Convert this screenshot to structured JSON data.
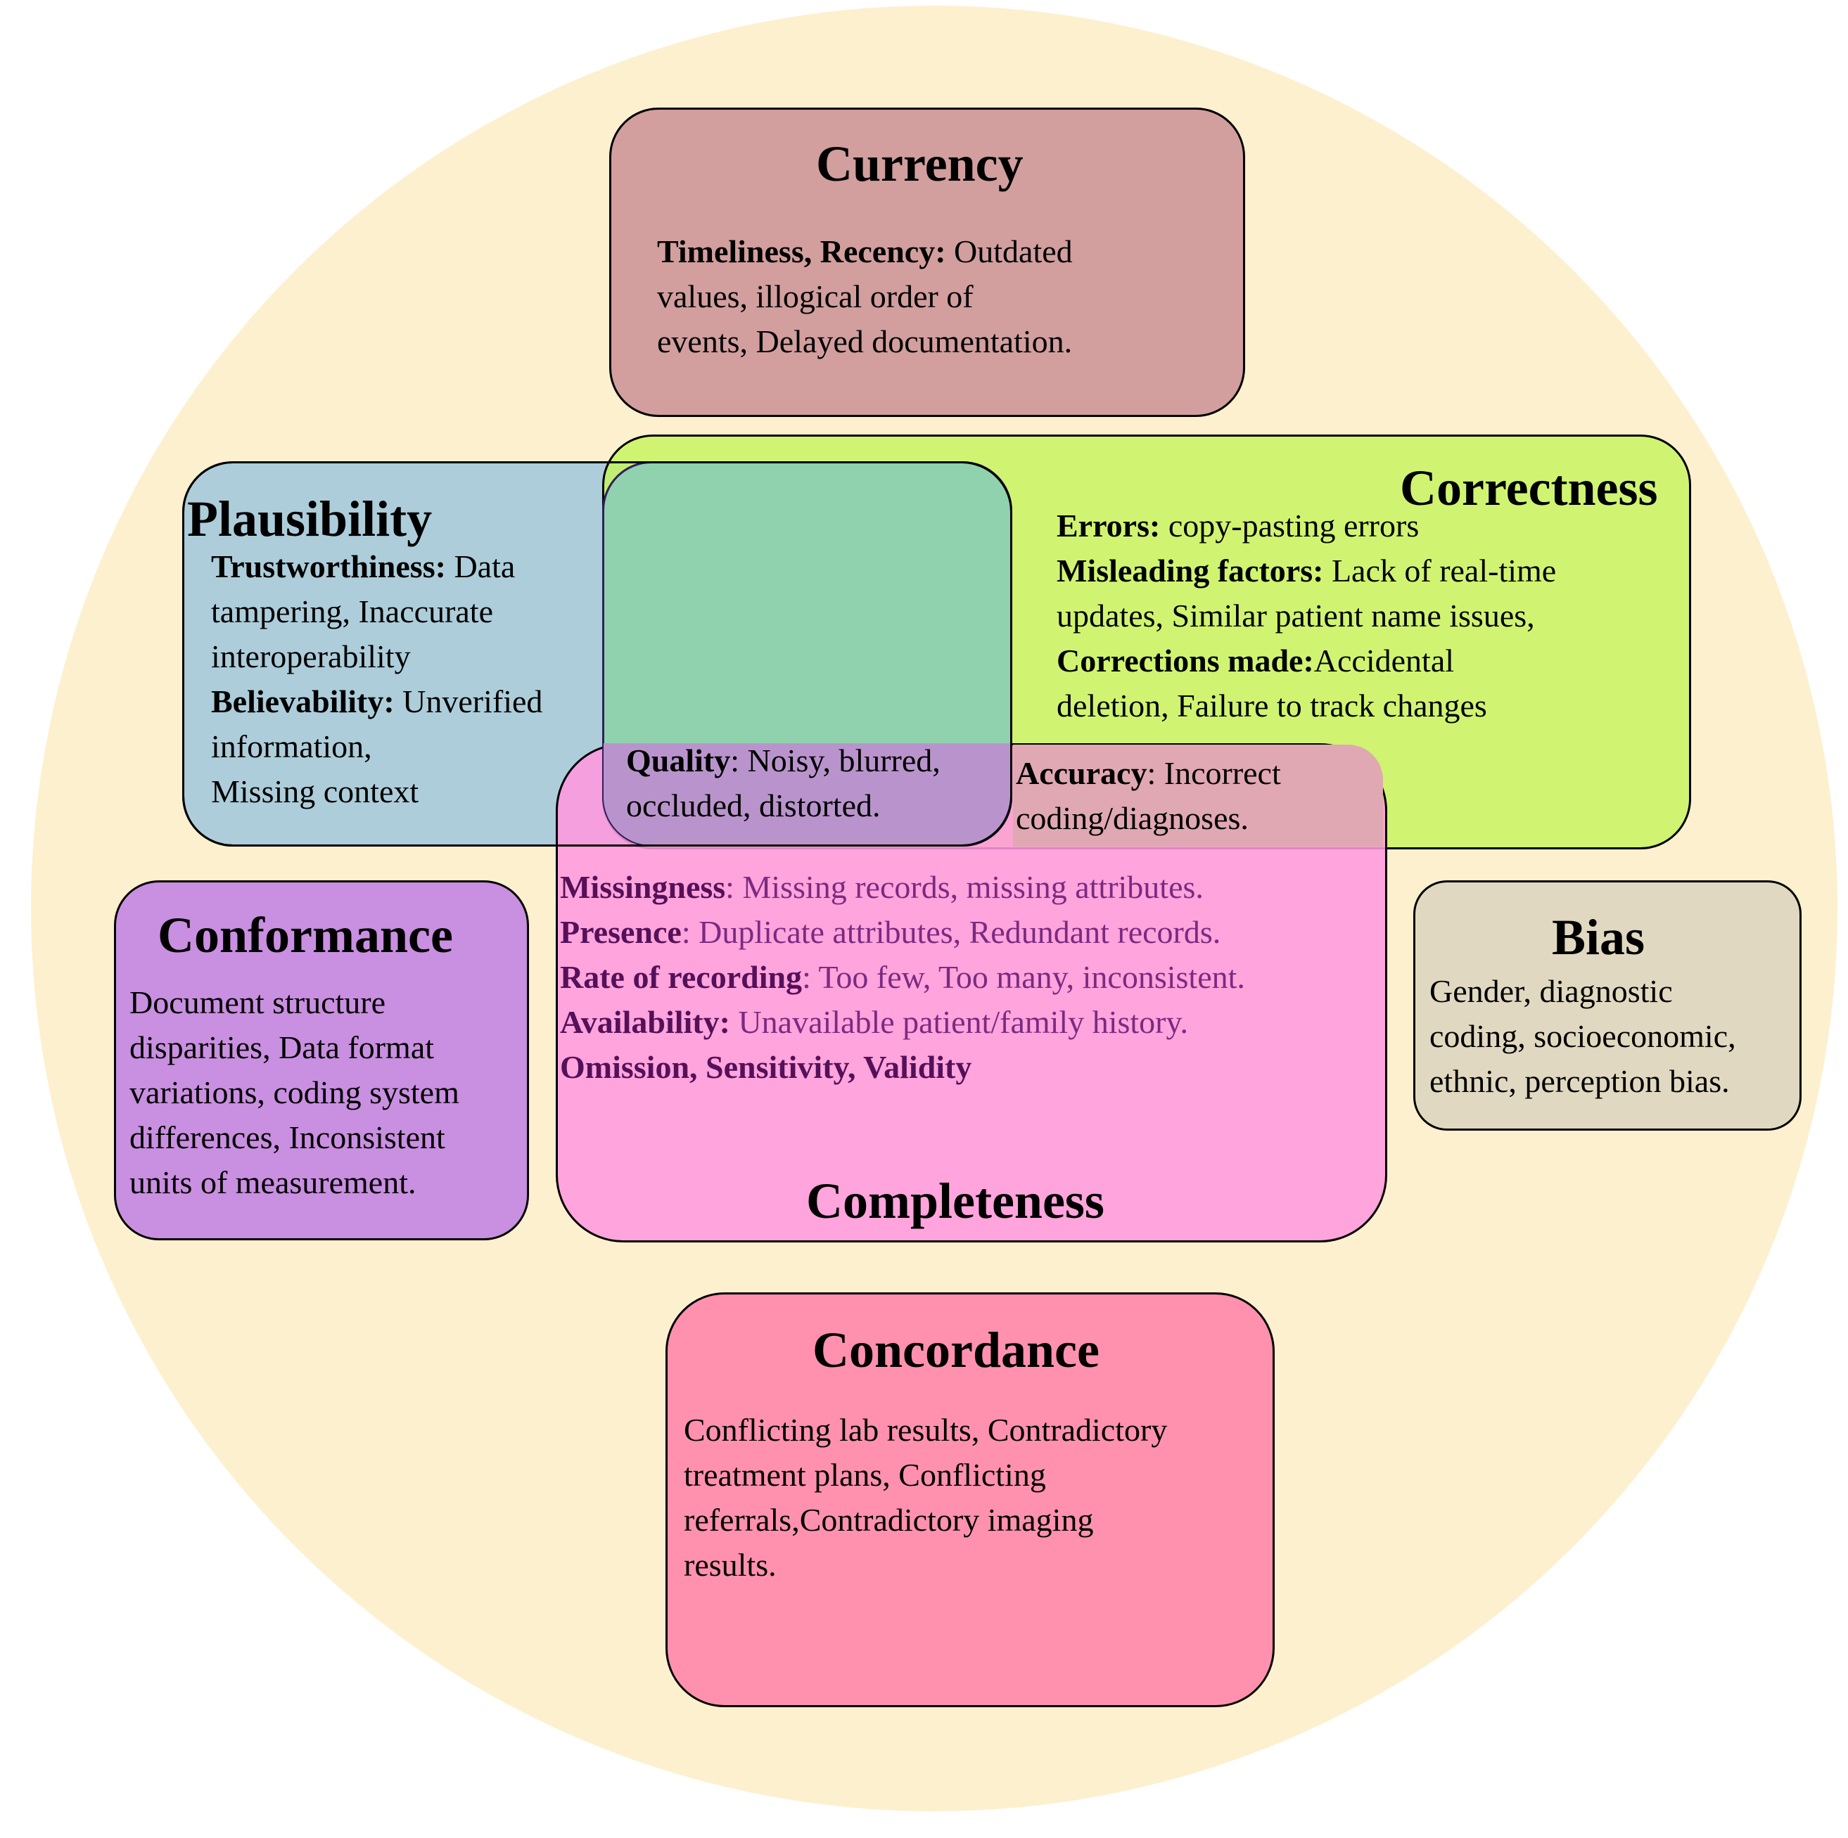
{
  "currency": {
    "title": "Currency",
    "lines": [
      {
        "bold": "Timeliness, Recency:",
        "text": " Outdated"
      },
      {
        "bold": "",
        "text": "values, illogical order of"
      },
      {
        "bold": "",
        "text": "events, Delayed documentation."
      }
    ]
  },
  "plausibility": {
    "title": "Plausibility",
    "lines": [
      {
        "bold": "Trustworthiness:",
        "text": " Data"
      },
      {
        "bold": "",
        "text": "tampering, Inaccurate"
      },
      {
        "bold": "",
        "text": "interoperability"
      },
      {
        "bold": "Believability:",
        "text": " Unverified"
      },
      {
        "bold": "",
        "text": "information,"
      },
      {
        "bold": "",
        "text": "Missing context"
      }
    ]
  },
  "correctness": {
    "title": "Correctness",
    "lines": [
      {
        "bold": "Errors:",
        "text": " copy-pasting errors"
      },
      {
        "bold": "Misleading factors:",
        "text": " Lack of real-time"
      },
      {
        "bold": "",
        "text": "updates,  Similar patient name issues,"
      },
      {
        "bold": "Corrections made:",
        "text": "Accidental"
      },
      {
        "bold": "",
        "text": "deletion, Failure to track changes"
      }
    ]
  },
  "quality": {
    "lines": [
      {
        "bold": "Quality",
        "text": ": Noisy, blurred,"
      },
      {
        "bold": "",
        "text": "occluded, distorted."
      }
    ]
  },
  "accuracy": {
    "lines": [
      {
        "bold": "Accuracy",
        "text": ": Incorrect"
      },
      {
        "bold": "",
        "text": "coding/diagnoses."
      }
    ]
  },
  "completeness": {
    "title": "Completeness",
    "lines": [
      {
        "bold": "Missingness",
        "text": ": Missing records, missing attributes."
      },
      {
        "bold": "Presence",
        "text": ": Duplicate attributes,  Redundant records."
      },
      {
        "bold": "Rate of recording",
        "text": ": Too few, Too many, inconsistent."
      },
      {
        "bold": "Availability:",
        "text": " Unavailable patient/family history."
      },
      {
        "bold": "Omission, Sensitivity, Validity",
        "text": ""
      }
    ]
  },
  "conformance": {
    "title": "Conformance",
    "lines": [
      {
        "bold": "",
        "text": " Document structure"
      },
      {
        "bold": "",
        "text": "disparities, Data format"
      },
      {
        "bold": "",
        "text": "variations, coding system"
      },
      {
        "bold": "",
        "text": "differences,  Inconsistent"
      },
      {
        "bold": "",
        "text": "units of measurement."
      }
    ]
  },
  "bias": {
    "title": "Bias",
    "lines": [
      {
        "bold": "",
        "text": "Gender, diagnostic"
      },
      {
        "bold": "",
        "text": "coding, socioeconomic,"
      },
      {
        "bold": "",
        "text": "ethnic, perception bias."
      }
    ]
  },
  "concordance": {
    "title": "Concordance",
    "lines": [
      {
        "bold": "",
        "text": "Conflicting lab results,  Contradictory"
      },
      {
        "bold": "",
        "text": "treatment plans,  Conflicting"
      },
      {
        "bold": "",
        "text": "referrals,Contradictory imaging"
      },
      {
        "bold": "",
        "text": "results."
      }
    ]
  },
  "colors": {
    "background_circle": "#fdf0cf",
    "currency": "#d29e9e",
    "plausibility": "#a8cee0",
    "correctness": "#ccf57a",
    "completeness": "#ffa3e0",
    "conformance": "#c98fe0",
    "bias": "#e0d8c0",
    "concordance": "#ff91ae"
  }
}
